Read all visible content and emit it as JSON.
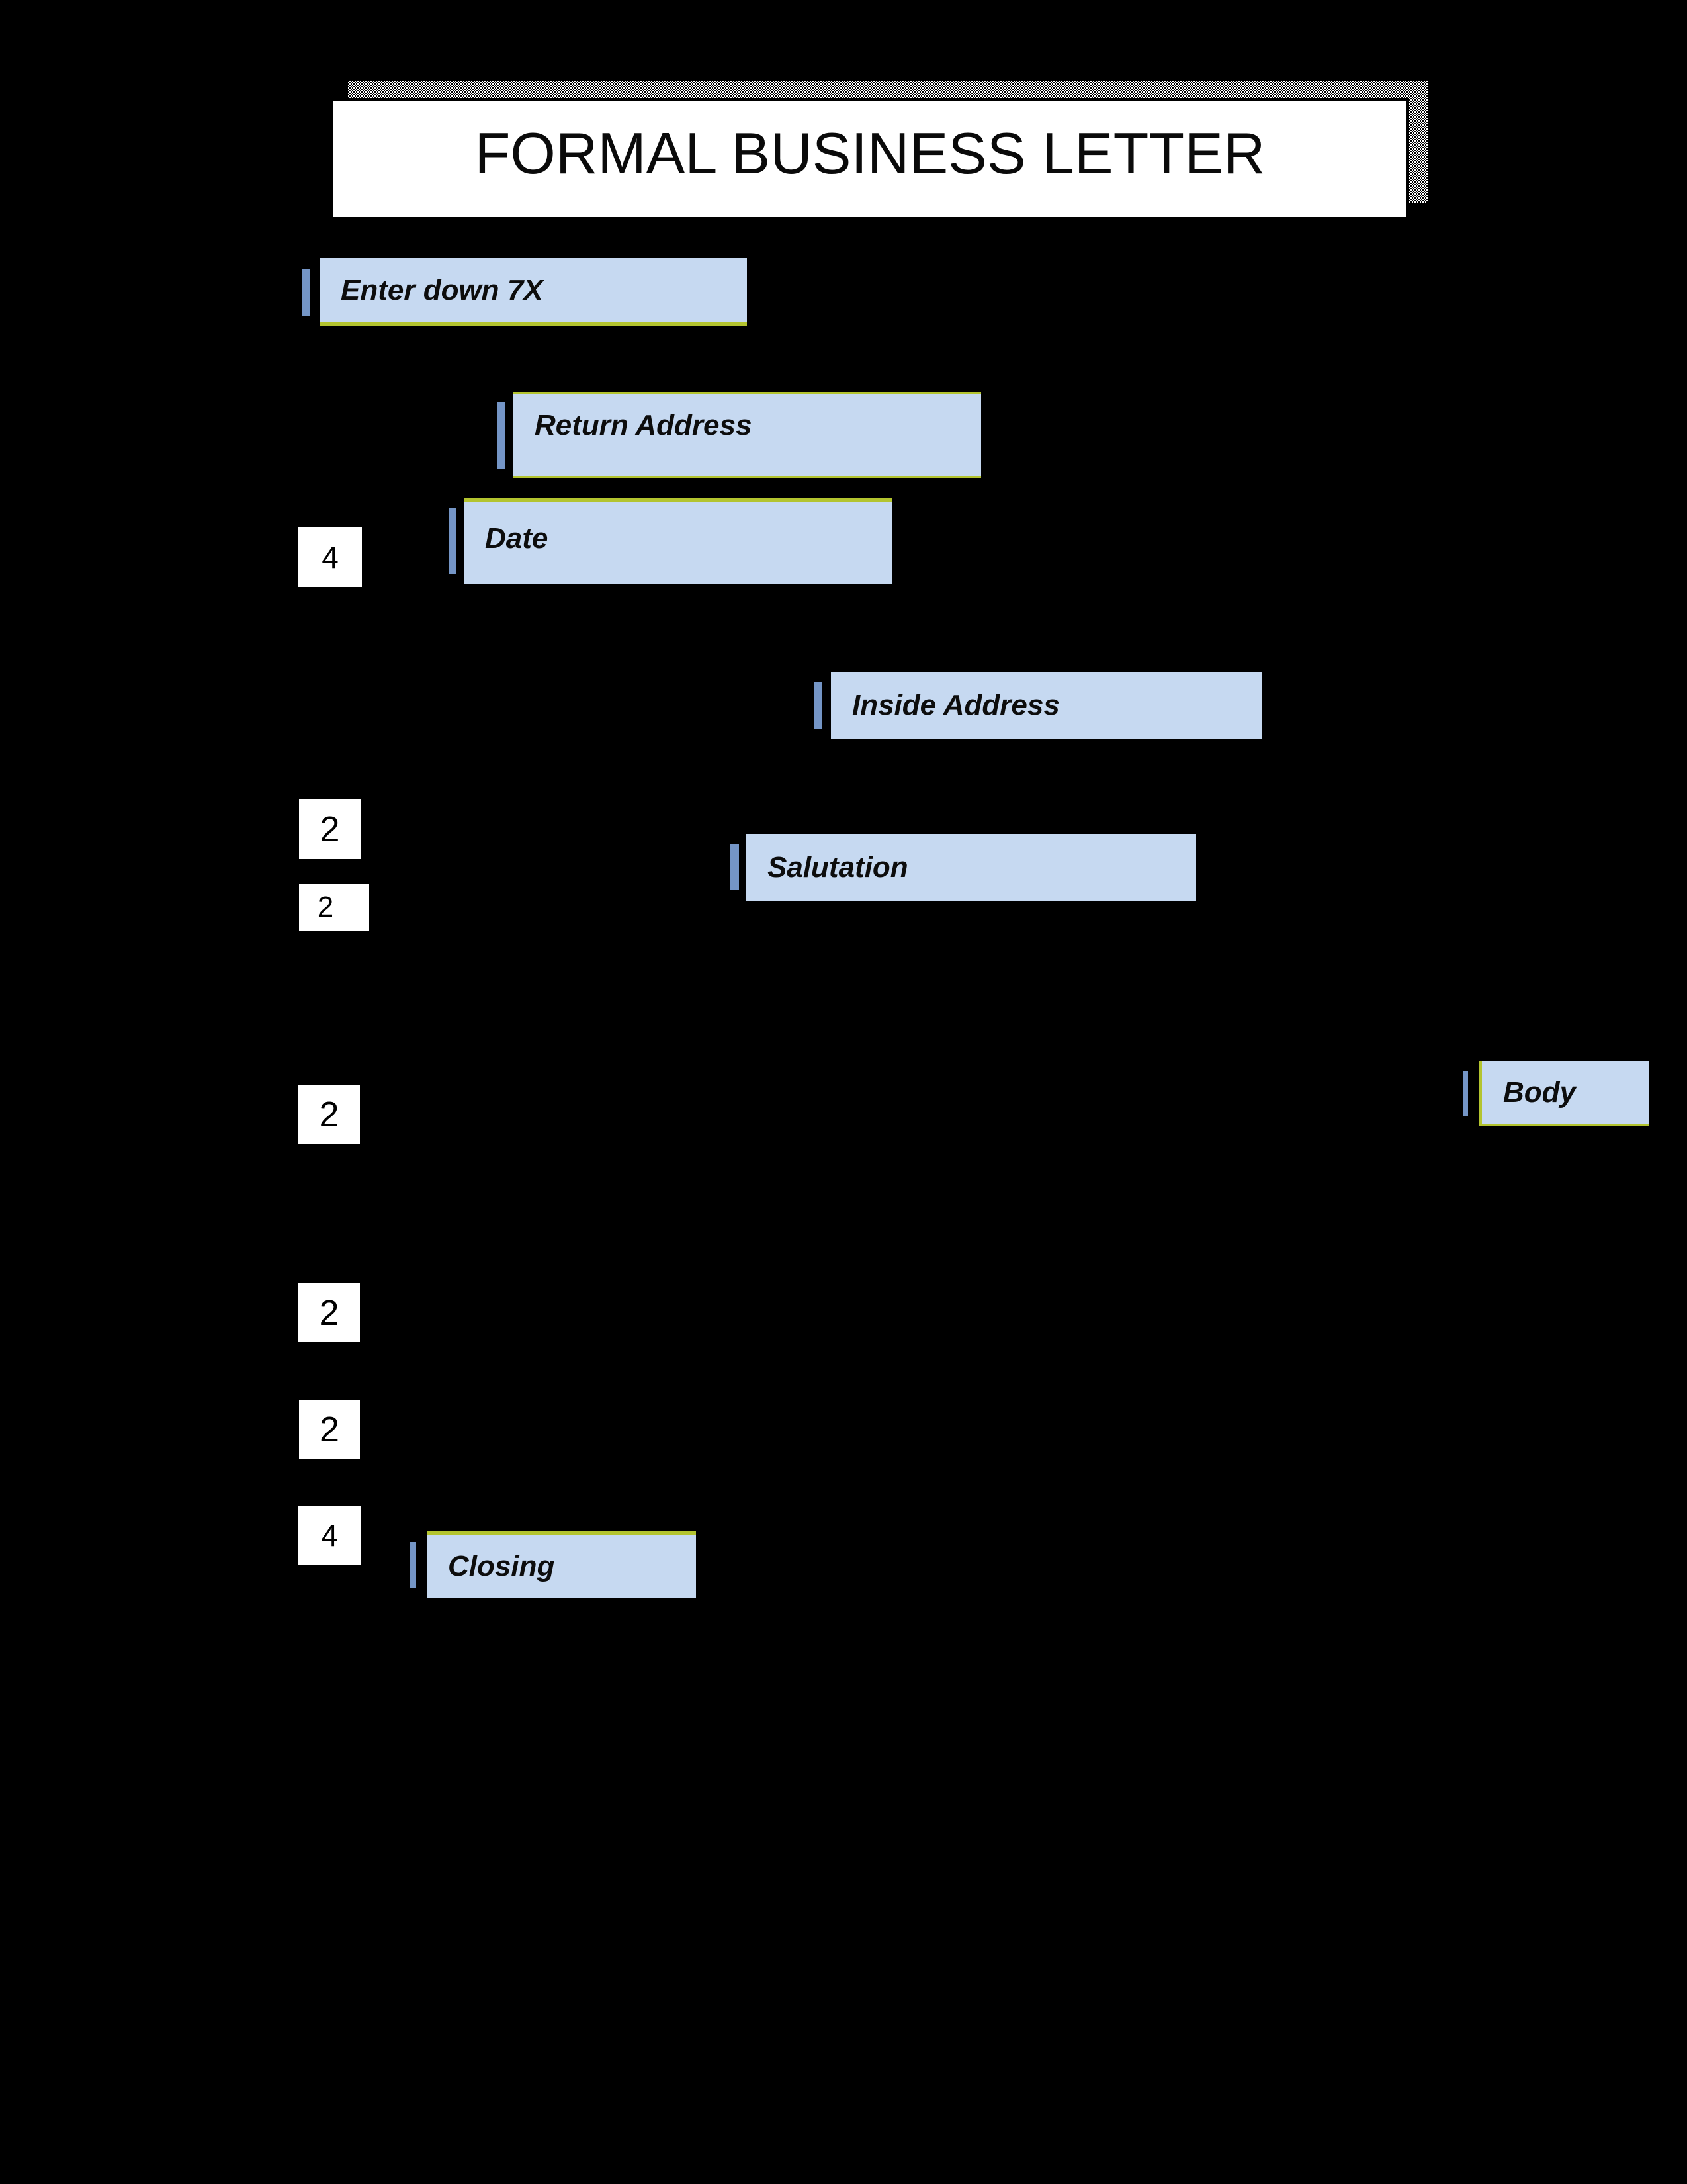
{
  "title": "FORMAL BUSINESS LETTER",
  "callouts": {
    "enter": {
      "label": "Enter down 7X"
    },
    "return_address": {
      "label": "Return Address"
    },
    "date": {
      "label": "Date"
    },
    "inside_address": {
      "label": "Inside Address"
    },
    "salutation": {
      "label": "Salutation"
    },
    "body": {
      "label": "Body"
    },
    "closing": {
      "label": "Closing"
    }
  },
  "spacing_markers": [
    "4",
    "2",
    "2",
    "2",
    "2",
    "2",
    "4"
  ],
  "colors": {
    "background": "#000000",
    "callout_fill": "#c6d9f1",
    "callout_bar": "#7495c6",
    "accent_line": "#b3c42f",
    "title_fill": "#ffffff",
    "title_border": "#000000"
  }
}
